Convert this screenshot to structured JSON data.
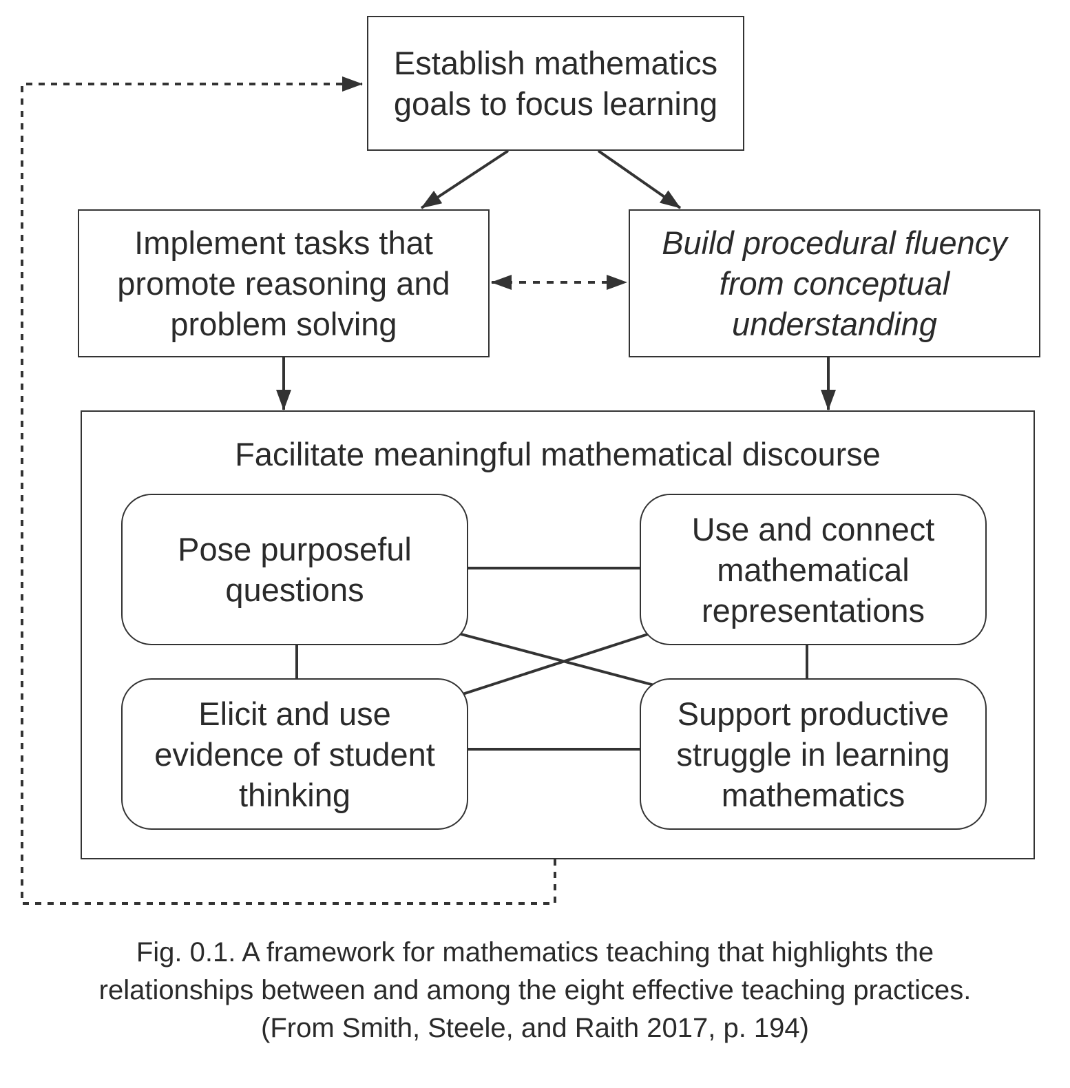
{
  "diagram": {
    "nodes": {
      "goals": {
        "lines": [
          "Establish mathematics",
          "goals to focus learning"
        ]
      },
      "tasks": {
        "lines": [
          "Implement tasks that",
          "promote reasoning and",
          "problem solving"
        ]
      },
      "fluency": {
        "lines": [
          "Build procedural fluency",
          "from conceptual",
          "understanding"
        ]
      },
      "discourse": {
        "title": "Facilitate meaningful mathematical discourse"
      },
      "questions": {
        "lines": [
          "Pose purposeful",
          "questions"
        ]
      },
      "representations": {
        "lines": [
          "Use and connect",
          "mathematical",
          "representations"
        ]
      },
      "evidence": {
        "lines": [
          "Elicit and use",
          "evidence of student",
          "thinking"
        ]
      },
      "struggle": {
        "lines": [
          "Support productive",
          "struggle in learning",
          "mathematics"
        ]
      }
    },
    "edges": [
      {
        "from": "goals",
        "to": "tasks",
        "style": "solid-arrow"
      },
      {
        "from": "goals",
        "to": "fluency",
        "style": "solid-arrow"
      },
      {
        "from": "tasks",
        "to": "fluency",
        "style": "dashed-double-arrow"
      },
      {
        "from": "tasks",
        "to": "discourse",
        "style": "solid-arrow"
      },
      {
        "from": "fluency",
        "to": "discourse",
        "style": "solid-arrow"
      },
      {
        "from": "discourse",
        "to": "goals",
        "style": "dotted-arrow"
      },
      {
        "from": "questions",
        "to": "representations",
        "style": "line"
      },
      {
        "from": "questions",
        "to": "evidence",
        "style": "line"
      },
      {
        "from": "questions",
        "to": "struggle",
        "style": "line"
      },
      {
        "from": "representations",
        "to": "evidence",
        "style": "line"
      },
      {
        "from": "representations",
        "to": "struggle",
        "style": "line"
      },
      {
        "from": "evidence",
        "to": "struggle",
        "style": "line"
      }
    ],
    "colors": {
      "stroke": "#333333",
      "text": "#2a2a2a",
      "background": "#ffffff"
    }
  },
  "caption": {
    "lines": [
      "Fig. 0.1.  A framework for mathematics teaching that highlights the",
      "relationships between and among the eight effective teaching practices.",
      "(From Smith, Steele, and Raith 2017, p. 194)"
    ]
  }
}
